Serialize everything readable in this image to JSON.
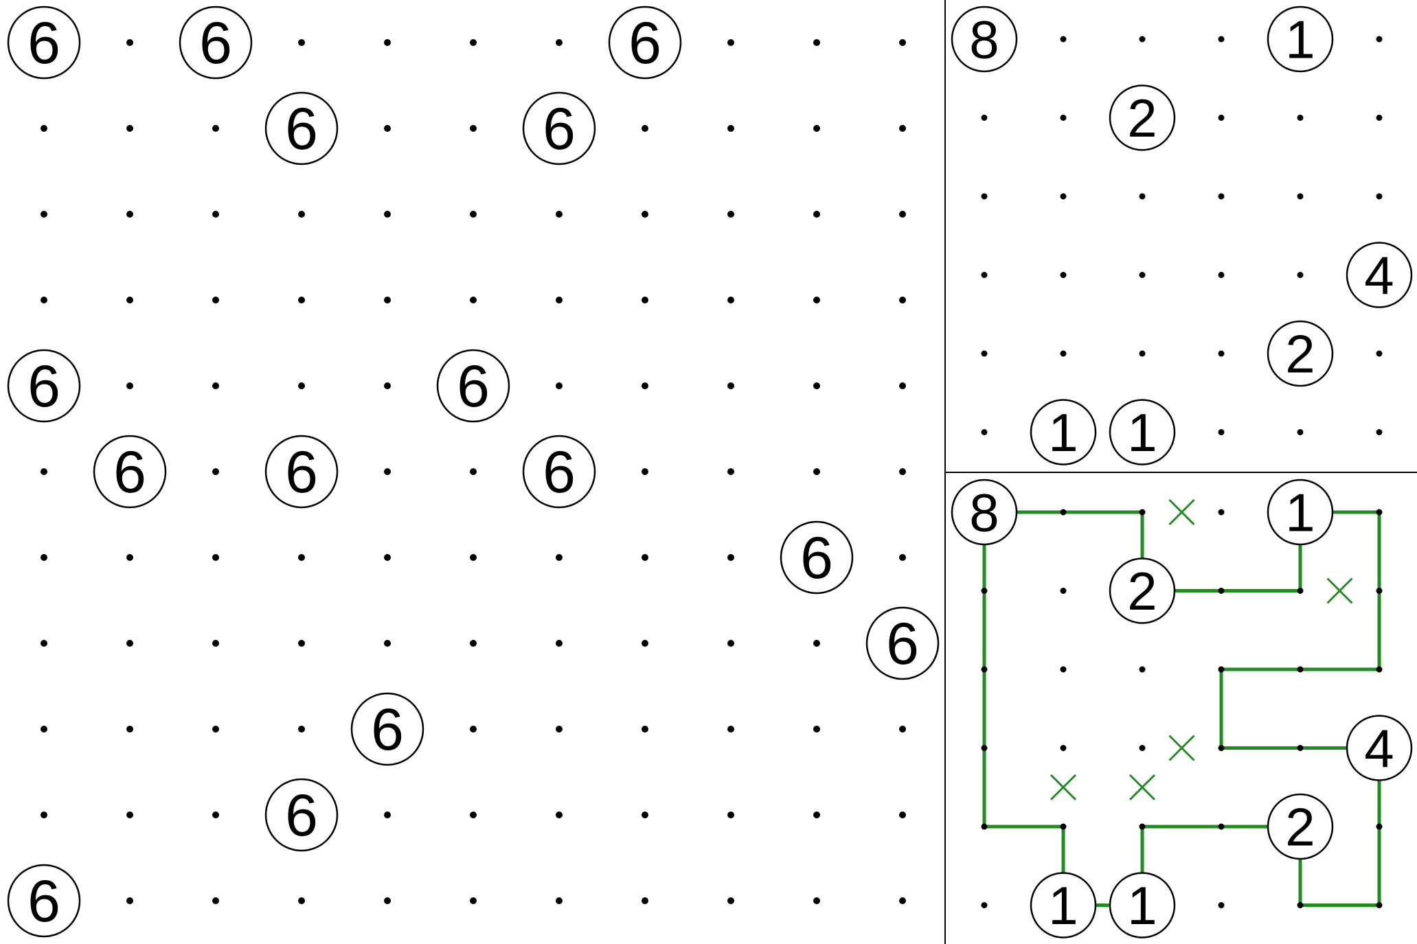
{
  "colors": {
    "background": "#ffffff",
    "ink": "#000000",
    "solution": "#228b22"
  },
  "main_puzzle": {
    "rows": 11,
    "cols": 11,
    "clues": [
      {
        "r": 0,
        "c": 0,
        "v": "6"
      },
      {
        "r": 0,
        "c": 2,
        "v": "6"
      },
      {
        "r": 0,
        "c": 7,
        "v": "6"
      },
      {
        "r": 1,
        "c": 3,
        "v": "6"
      },
      {
        "r": 1,
        "c": 6,
        "v": "6"
      },
      {
        "r": 4,
        "c": 0,
        "v": "6"
      },
      {
        "r": 4,
        "c": 5,
        "v": "6"
      },
      {
        "r": 5,
        "c": 1,
        "v": "6"
      },
      {
        "r": 5,
        "c": 3,
        "v": "6"
      },
      {
        "r": 5,
        "c": 6,
        "v": "6"
      },
      {
        "r": 6,
        "c": 9,
        "v": "6"
      },
      {
        "r": 7,
        "c": 10,
        "v": "6"
      },
      {
        "r": 8,
        "c": 4,
        "v": "6"
      },
      {
        "r": 9,
        "c": 3,
        "v": "6"
      },
      {
        "r": 10,
        "c": 0,
        "v": "6"
      }
    ]
  },
  "example_puzzle": {
    "rows": 6,
    "cols": 6,
    "clues": [
      {
        "r": 0,
        "c": 0,
        "v": "8"
      },
      {
        "r": 0,
        "c": 4,
        "v": "1"
      },
      {
        "r": 1,
        "c": 2,
        "v": "2"
      },
      {
        "r": 3,
        "c": 5,
        "v": "4"
      },
      {
        "r": 4,
        "c": 4,
        "v": "2"
      },
      {
        "r": 5,
        "c": 1,
        "v": "1"
      },
      {
        "r": 5,
        "c": 2,
        "v": "1"
      }
    ]
  },
  "example_solution": {
    "rows": 6,
    "cols": 6,
    "clues": [
      {
        "r": 0,
        "c": 0,
        "v": "8"
      },
      {
        "r": 0,
        "c": 4,
        "v": "1"
      },
      {
        "r": 1,
        "c": 2,
        "v": "2"
      },
      {
        "r": 3,
        "c": 5,
        "v": "4"
      },
      {
        "r": 4,
        "c": 4,
        "v": "2"
      },
      {
        "r": 5,
        "c": 1,
        "v": "1"
      },
      {
        "r": 5,
        "c": 2,
        "v": "1"
      }
    ],
    "path": [
      [
        0,
        0
      ],
      [
        0,
        1
      ],
      [
        0,
        2
      ],
      [
        1,
        2
      ],
      [
        1,
        3
      ],
      [
        1,
        4
      ],
      [
        0,
        4
      ],
      [
        0,
        5
      ],
      [
        1,
        5
      ],
      [
        2,
        5
      ],
      [
        2,
        4
      ],
      [
        2,
        3
      ],
      [
        3,
        3
      ],
      [
        3,
        4
      ],
      [
        3,
        5
      ],
      [
        4,
        5
      ],
      [
        5,
        5
      ],
      [
        5,
        4
      ],
      [
        4,
        4
      ],
      [
        4,
        3
      ],
      [
        4,
        2
      ],
      [
        5,
        2
      ],
      [
        5,
        1
      ],
      [
        4,
        1
      ],
      [
        4,
        0
      ],
      [
        3,
        0
      ],
      [
        2,
        0
      ],
      [
        1,
        0
      ],
      [
        0,
        0
      ]
    ],
    "crosses": [
      [
        0,
        2.5
      ],
      [
        1,
        4.5
      ],
      [
        3,
        2.5
      ],
      [
        3.5,
        1
      ],
      [
        3.5,
        2
      ]
    ]
  }
}
